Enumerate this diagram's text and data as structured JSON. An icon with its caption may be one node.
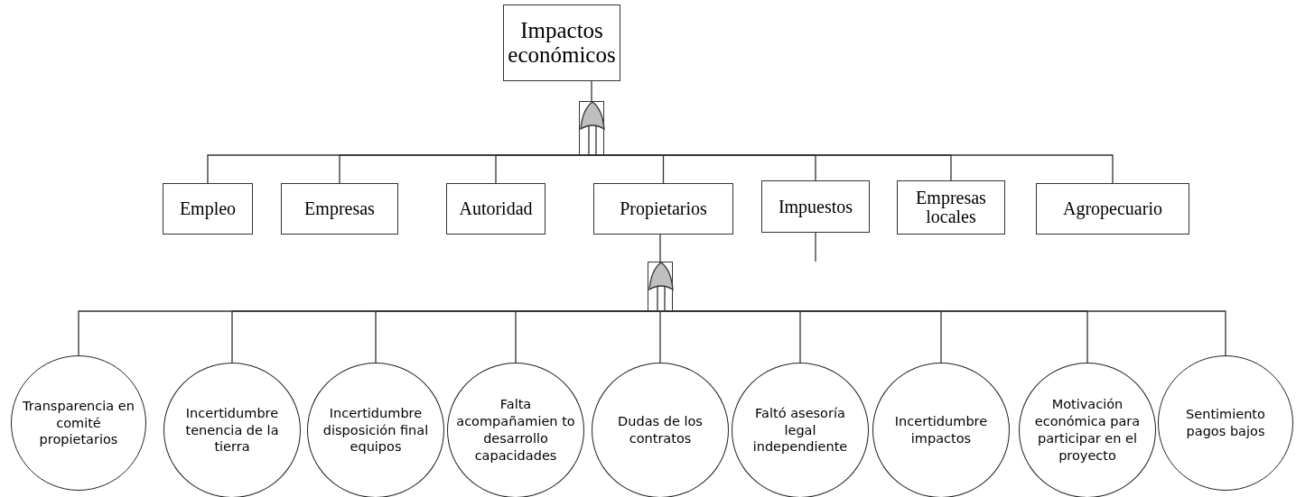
{
  "diagram": {
    "nodes": [
      {
        "text": [
          "Impactos económicos"
        ]
      },
      {
        "text": [],
        "shape": "gate"
      },
      {
        "text": [
          "Empleo"
        ]
      },
      {
        "text": [
          "Empresas"
        ]
      },
      {
        "text": [
          "Autoridad"
        ]
      },
      {
        "text": [
          "Propietarios"
        ]
      },
      {
        "text": [
          "Impuestos"
        ]
      },
      {
        "text": [
          "Empresas locales"
        ]
      },
      {
        "text": [
          "Agropecuario"
        ]
      },
      {
        "text": [],
        "shape": "gate"
      },
      {
        "text": [
          "Transparencia en comité propietarios"
        ]
      },
      {
        "text": [
          "Incertidumbre tenencia de la tierra"
        ]
      },
      {
        "text": [
          "Incertidumbre disposición final equipos"
        ]
      },
      {
        "text": [
          "Falta acompañamien to desarrollo capacidades"
        ]
      },
      {
        "text": [
          "Dudas de los contratos"
        ]
      },
      {
        "text": [
          "Faltó asesoría legal independiente"
        ]
      },
      {
        "text": [
          "Incertidumbre impactos"
        ]
      },
      {
        "text": [
          "Motivación económica para participar en el proyecto"
        ]
      },
      {
        "text": [
          "Sentimiento pagos bajos"
        ]
      }
    ],
    "edges": [
      {
        "from": 1,
        "to": 0,
        "arrow": "none"
      },
      {
        "from": 2,
        "to": 1,
        "arrow": "none"
      },
      {
        "from": 3,
        "to": 1,
        "arrow": "none"
      },
      {
        "from": 4,
        "to": 1,
        "arrow": "none"
      },
      {
        "from": 5,
        "to": 1,
        "arrow": "none"
      },
      {
        "from": 6,
        "to": 1,
        "arrow": "none"
      },
      {
        "from": 7,
        "to": 1,
        "arrow": "none"
      },
      {
        "from": 8,
        "to": 1,
        "arrow": "none"
      },
      {
        "from": 9,
        "to": 5,
        "arrow": "none"
      },
      {
        "from": 10,
        "to": 9,
        "arrow": "none"
      },
      {
        "from": 11,
        "to": 9,
        "arrow": "none"
      },
      {
        "from": 12,
        "to": 9,
        "arrow": "none"
      },
      {
        "from": 13,
        "to": 9,
        "arrow": "none"
      },
      {
        "from": 14,
        "to": 9,
        "arrow": "none"
      },
      {
        "from": 15,
        "to": 9,
        "arrow": "none"
      },
      {
        "from": 16,
        "to": 9,
        "arrow": "none"
      },
      {
        "from": 17,
        "to": 9,
        "arrow": "none"
      },
      {
        "from": 18,
        "to": 9,
        "arrow": "none"
      },
      {
        "from": 6,
        "to": null,
        "arrow": "none"
      }
    ]
  }
}
